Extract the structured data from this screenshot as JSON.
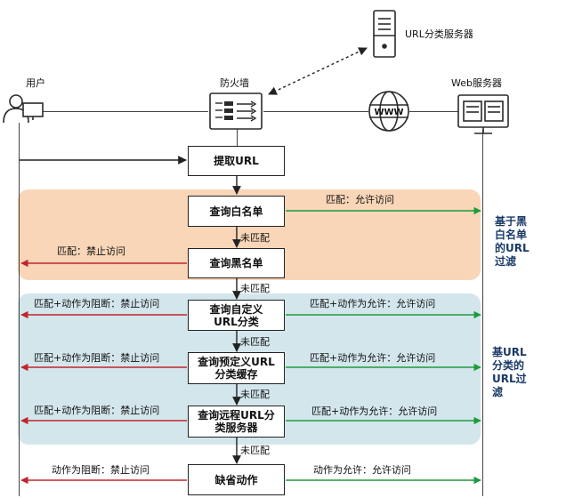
{
  "actors": {
    "user": "用户",
    "firewall": "防火墙",
    "url_server": "URL分类服务器",
    "web_server": "Web服务器"
  },
  "steps": {
    "extract": "提取URL",
    "whitelist": "查询白名单",
    "blacklist": "查询黑名单",
    "custom": "查询自定义URL分类",
    "predefined": "查询预定义URL分类缓存",
    "remote": "查询远程URL分类服务器",
    "default": "缺省动作"
  },
  "labels": {
    "no_match": "未匹配",
    "wl_allow": "匹配：允许访问",
    "bl_deny": "匹配：禁止访问",
    "cat_block": "匹配+动作为阻断：禁止访问",
    "cat_allow": "匹配+动作为允许：允许访问",
    "def_block": "动作为阻断：禁止访问",
    "def_allow": "动作为允许：允许访问"
  },
  "regions": {
    "bw": "基于黑白名单的URL过滤",
    "cat": "基URL分类的URL过滤"
  },
  "colors": {
    "allow": "#1e9b3c",
    "deny": "#c0262b",
    "orange_zone": "#f9d6b8",
    "blue_zone": "#d3e6ec"
  },
  "icons": [
    "person-icon",
    "firewall-icon",
    "server-icon",
    "globe-icon",
    "web-server-icon"
  ]
}
